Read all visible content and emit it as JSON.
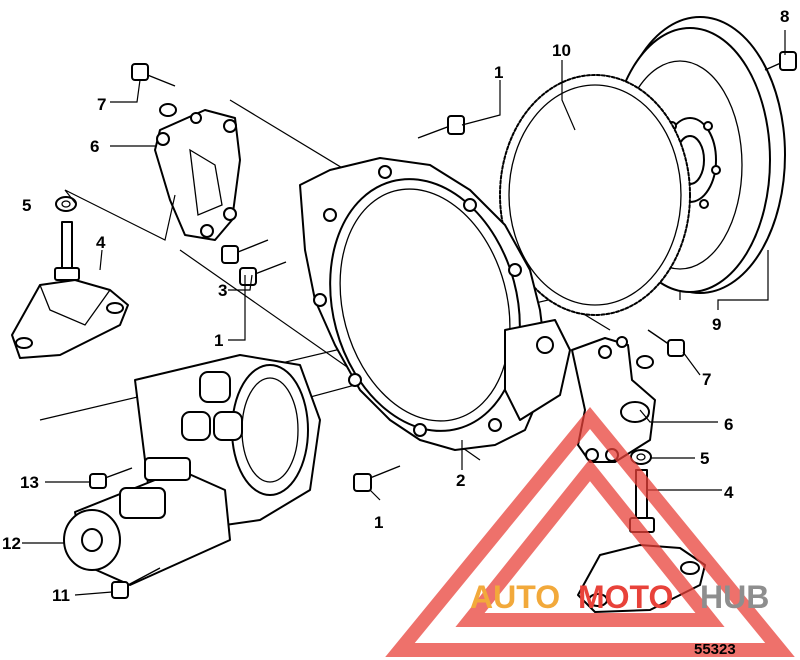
{
  "callouts": {
    "c1_top": "1",
    "c1_mid": "1",
    "c1_bottom": "1",
    "c2": "2",
    "c3": "3",
    "c4_left": "4",
    "c4_right": "4",
    "c5_left": "5",
    "c5_right": "5",
    "c6_left": "6",
    "c6_right": "6",
    "c7_left": "7",
    "c7_right": "7",
    "c8": "8",
    "c9": "9",
    "c10": "10",
    "c11": "11",
    "c12": "12",
    "c13": "13"
  },
  "reference_number": "55323",
  "watermark": {
    "text_auto": "AUTO",
    "text_moto": "MOTO",
    "text_hub": "HUB",
    "color_primary": "#e8423a",
    "color_orange": "#f2a93b",
    "color_gray": "#8e8e8e"
  }
}
